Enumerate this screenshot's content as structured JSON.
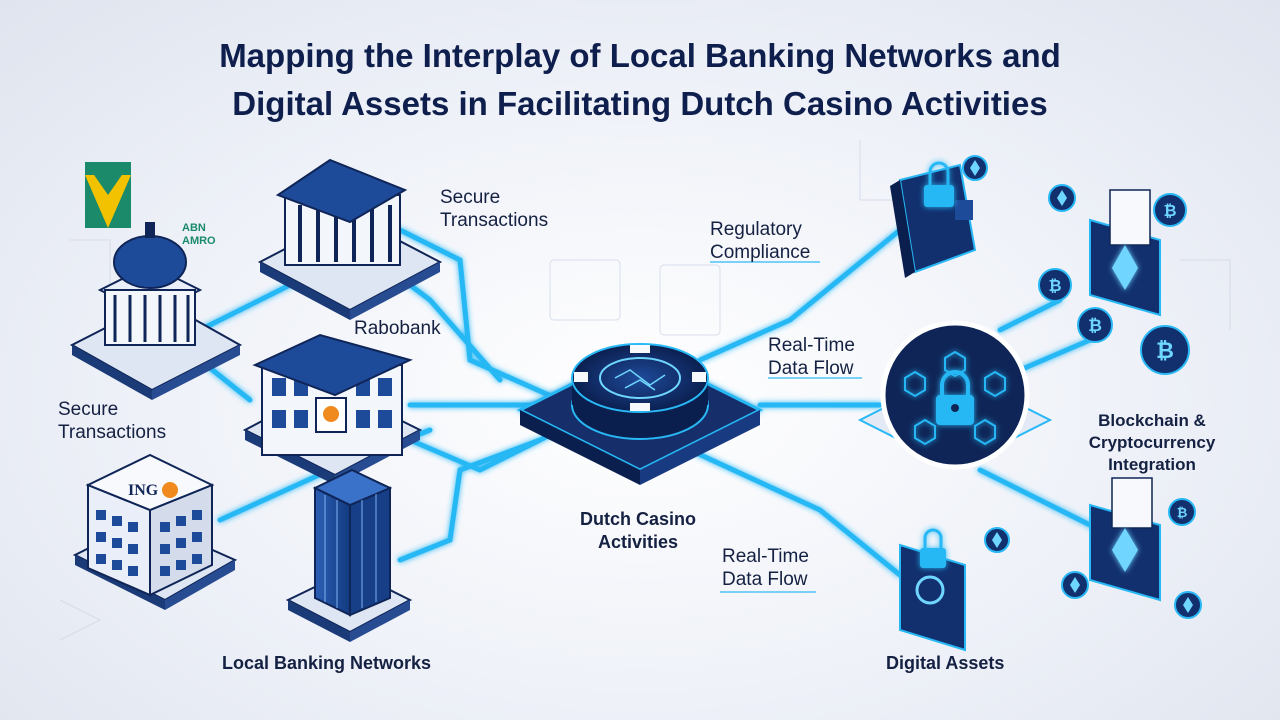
{
  "title": {
    "line1": "Mapping the Interplay of Local Banking Networks and",
    "line2": "Digital Assets in Facilitating Dutch Casino Activities"
  },
  "labels": {
    "secure_transactions_top": [
      "Secure",
      "Transactions"
    ],
    "secure_transactions_left": [
      "Secure",
      "Transactions"
    ],
    "rabobank": "Rabobank",
    "regulatory_compliance": [
      "Regulatory",
      "Compliance"
    ],
    "real_time_top": [
      "Real-Time",
      "Data Flow"
    ],
    "real_time_bottom": [
      "Real-Time",
      "Data Flow"
    ],
    "dutch_casino": [
      "Dutch Casino",
      "Activities"
    ],
    "blockchain": [
      "Blockchain &",
      "Cryptocurrency",
      "Integration"
    ],
    "local_banking": "Local Banking Networks",
    "digital_assets": "Digital Assets"
  },
  "bank_marks": {
    "abn_amro": [
      "ABN",
      "AMRO"
    ],
    "ing": "ING"
  },
  "colors": {
    "navy": "#0f2557",
    "glow": "#2ec4ff",
    "accent_green": "#1a8a6a",
    "accent_yellow": "#f2c200",
    "ing_orange": "#f08a1e"
  },
  "icons": [
    "bank-building-icon",
    "casino-chip-icon",
    "padlock-icon",
    "wallet-icon",
    "bitcoin-coin-icon",
    "ethereum-coin-icon"
  ]
}
